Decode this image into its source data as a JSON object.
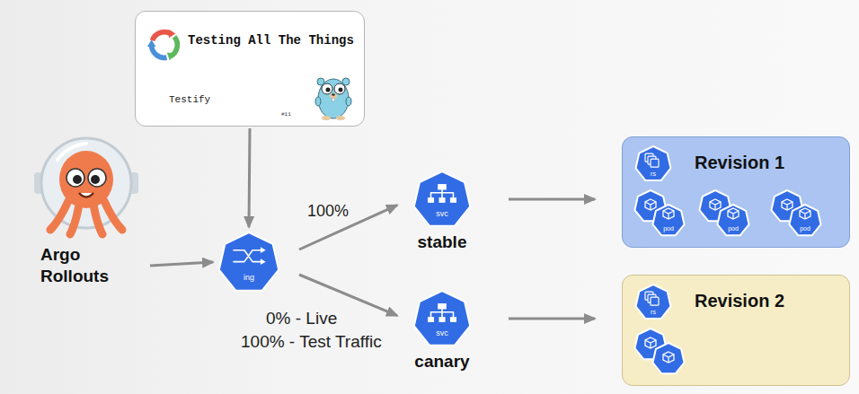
{
  "diagram": {
    "nodes": [
      {
        "text": [
          "Testing All The Things",
          "Testify",
          "#11"
        ]
      },
      {
        "text": [
          "Argo Rollouts"
        ]
      },
      {
        "text": [
          "ing"
        ]
      },
      {
        "text": [
          "svc",
          "stable"
        ]
      },
      {
        "text": [
          "svc",
          "canary"
        ]
      },
      {
        "text": [
          "Revision 1"
        ]
      },
      {
        "text": [
          "rs"
        ],
        "in": 5
      },
      {
        "text": [
          "pod"
        ],
        "in": 5
      },
      {
        "text": [
          "pod"
        ],
        "in": 5
      },
      {
        "text": [
          "pod"
        ],
        "in": 5
      },
      {
        "text": [
          "Revision 2"
        ]
      },
      {
        "text": [
          "rs"
        ],
        "in": 10
      }
    ],
    "edges": [
      {
        "from": 0,
        "to": 2,
        "arrow": "to"
      },
      {
        "from": 1,
        "to": 2,
        "arrow": "to"
      },
      {
        "from": 2,
        "to": 3,
        "arrow": "to",
        "label": "100%"
      },
      {
        "from": 2,
        "to": 4,
        "arrow": "to"
      },
      {
        "from": 3,
        "to": 5,
        "arrow": "to"
      },
      {
        "from": 4,
        "to": 10,
        "arrow": "to"
      }
    ],
    "labels": [
      "0% - Live",
      "100% - Test Traffic"
    ]
  }
}
